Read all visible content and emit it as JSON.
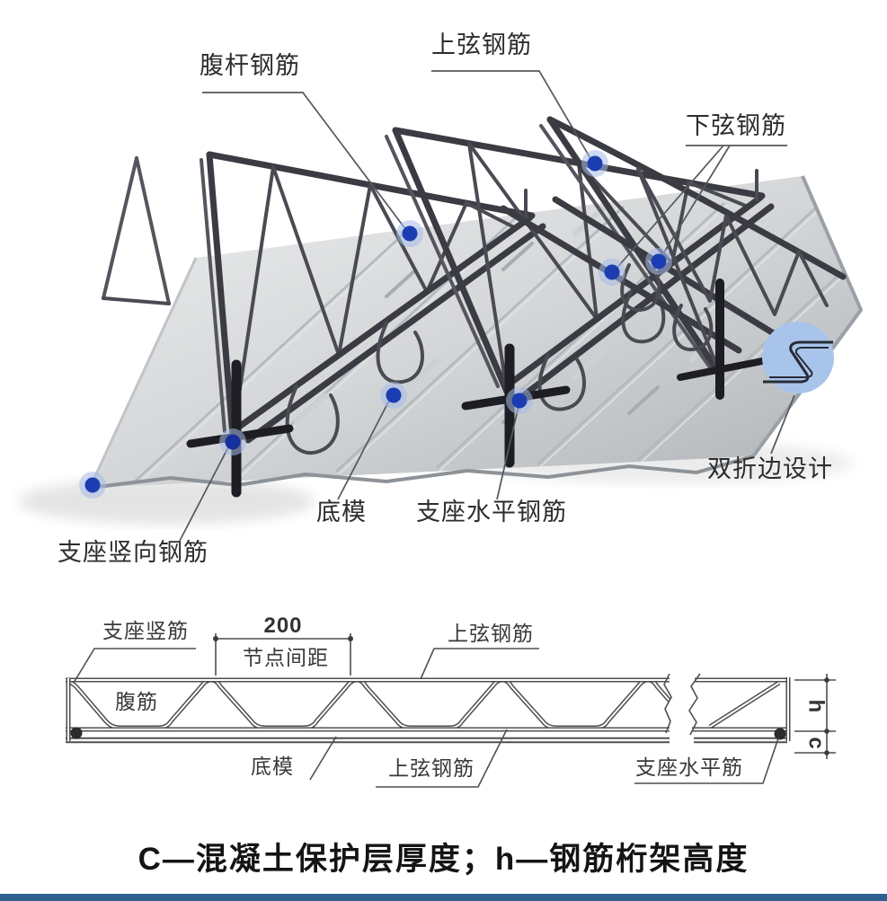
{
  "photo": {
    "labels": {
      "web_bar": "腹杆钢筋",
      "top_chord": "上弦钢筋",
      "bottom_chord": "下弦钢筋",
      "double_fold_design": "双折边设计",
      "bottom_mold": "底模",
      "support_horizontal_bar": "支座水平钢筋",
      "support_vertical_bar": "支座竖向钢筋"
    },
    "colors": {
      "dot_core": "#1c3db2",
      "dot_halo": "#a6bce8",
      "badge_fill": "#a9c4ea"
    }
  },
  "drawing": {
    "labels": {
      "support_vertical_bar": "支座竖筋",
      "node_spacing": "节点间距",
      "top_chord_upper": "上弦钢筋",
      "web_bar": "腹筋",
      "bottom_mold": "底模",
      "top_chord_lower": "上弦钢筋",
      "support_horizontal_bar": "支座水平筋"
    },
    "dimensions": {
      "spacing_value": "200",
      "height_label": "h",
      "cover_label": "c"
    }
  },
  "caption": "C—混凝土保护层厚度；h—钢筋桁架高度",
  "footer_bar_color": "#2e6191"
}
